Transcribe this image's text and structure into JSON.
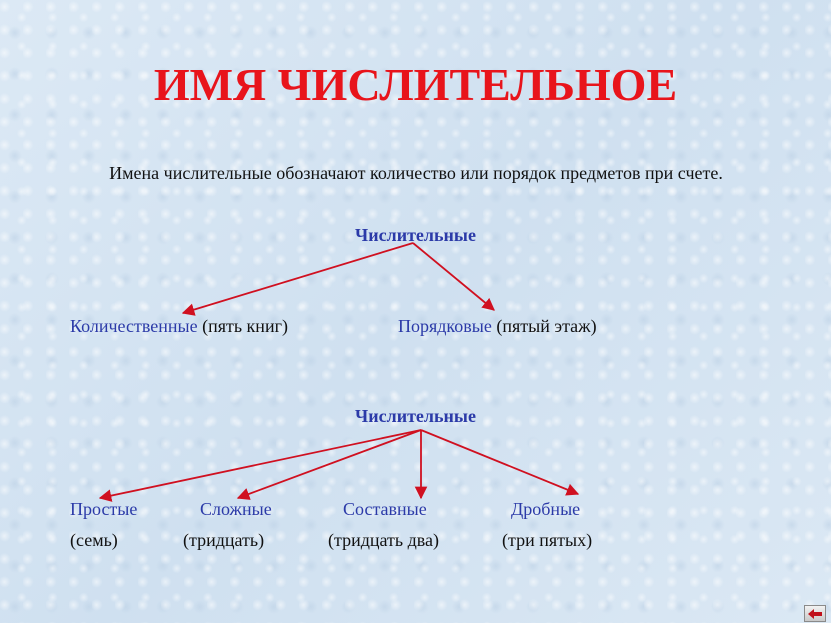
{
  "title": "ИМЯ ЧИСЛИТЕЛЬНОЕ",
  "intro": "Имена числительные обозначают количество или порядок предметов при счете.",
  "tree1": {
    "heading": "Числительные",
    "items": [
      {
        "term": "Количественные",
        "example": "(пять книг)"
      },
      {
        "term": "Порядковые",
        "example": "(пятый этаж)"
      }
    ]
  },
  "tree2": {
    "heading": "Числительные",
    "items": [
      {
        "term": "Простые",
        "example": "(семь)"
      },
      {
        "term": "Сложные",
        "example": "(тридцать)"
      },
      {
        "term": "Составные",
        "example": "(тридцать два)"
      },
      {
        "term": "Дробные",
        "example": "(три пятых)"
      }
    ]
  },
  "colors": {
    "title": "#e8141b",
    "term": "#2b3aa8",
    "arrow": "#d01020"
  },
  "nav": {
    "icon": "back-arrow-icon"
  }
}
